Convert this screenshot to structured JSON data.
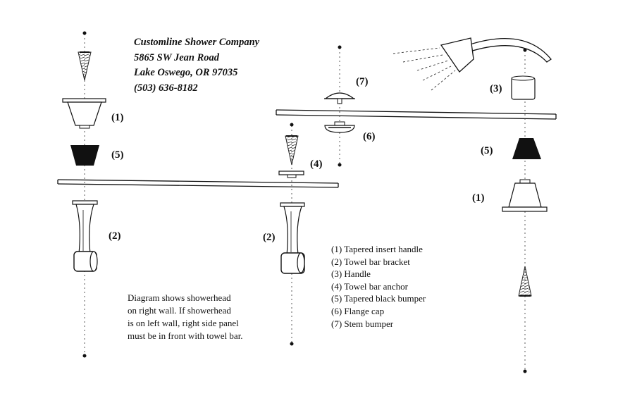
{
  "company": {
    "name": "Customline Shower Company",
    "street": "5865 SW Jean Road",
    "city": "Lake Oswego, OR 97035",
    "phone": "(503) 636-8182"
  },
  "callouts": {
    "one": "(1)",
    "two": "(2)",
    "three": "(3)",
    "four": "(4)",
    "five": "(5)",
    "six": "(6)",
    "seven": "(7)"
  },
  "legend": [
    "(1) Tapered insert handle",
    "(2) Towel bar bracket",
    "(3) Handle",
    "(4) Towel bar anchor",
    "(5) Tapered black bumper",
    "(6) Flange cap",
    "(7) Stem bumper"
  ],
  "note": [
    "Diagram shows showerhead",
    "on right wall.  If showerhead",
    "is on left wall, right side panel",
    "must be in front with towel bar."
  ]
}
